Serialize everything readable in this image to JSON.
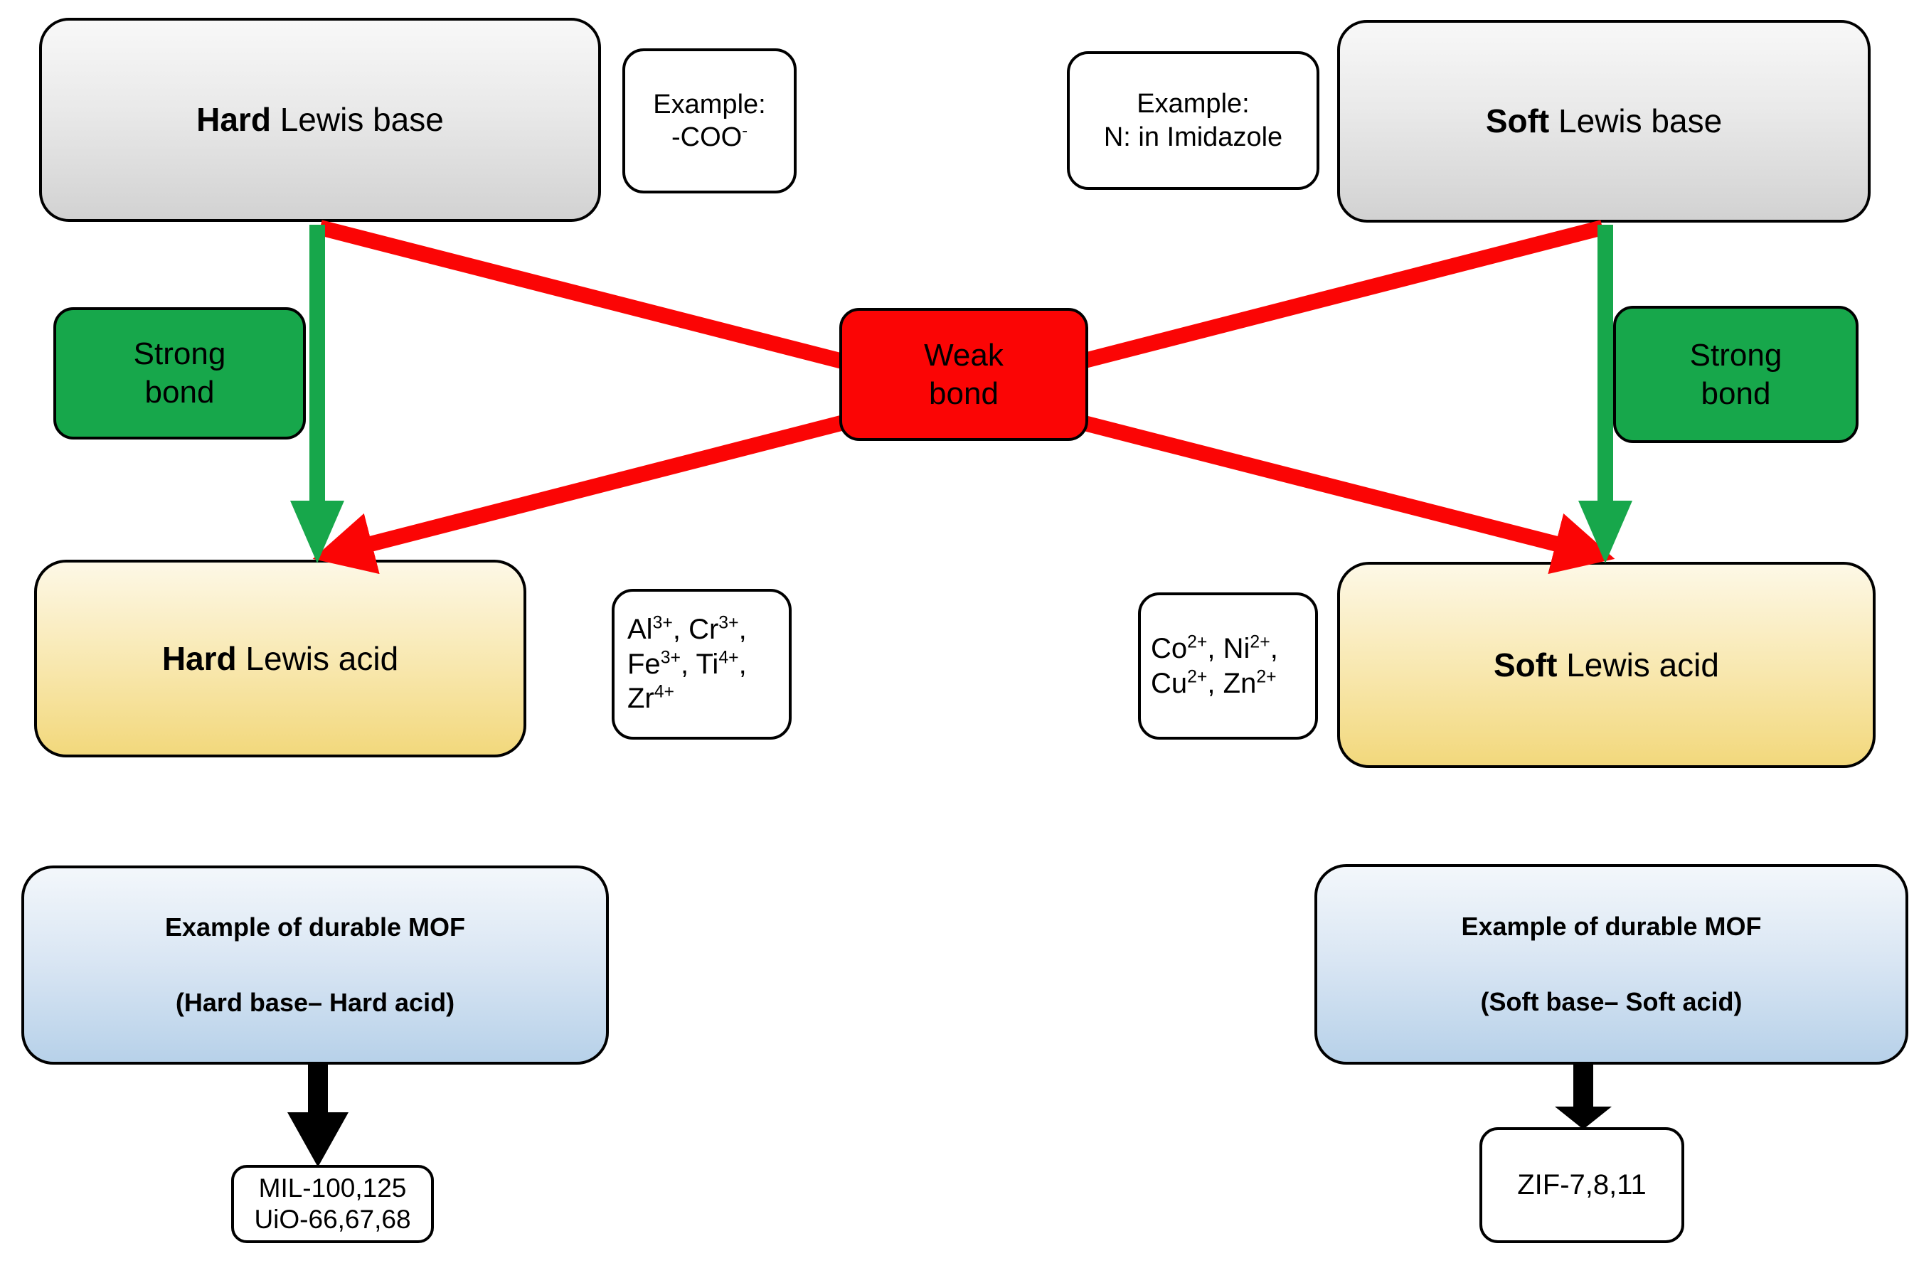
{
  "diagram": {
    "left": {
      "base_box": {
        "bold": "Hard",
        "rest": " Lewis base"
      },
      "example_box": {
        "line1": "Example:",
        "line2": "-COO^{-}"
      },
      "strong_bond": {
        "lines": [
          "Strong",
          "bond"
        ]
      },
      "acid_box": {
        "bold": "Hard",
        "rest": " Lewis acid"
      },
      "ions": {
        "lines": [
          "Al^{3+}, Cr^{3+},",
          "Fe^{3+}, Ti^{4+},",
          "Zr^{4+}"
        ]
      },
      "mof_box": {
        "line1": "Example of durable MOF",
        "line2": "(Hard base– Hard acid)"
      },
      "products": {
        "lines": [
          "MIL-100,125",
          "UiO-66,67,68"
        ]
      }
    },
    "center": {
      "weak_bond": {
        "lines": [
          "Weak",
          "bond"
        ]
      }
    },
    "right": {
      "base_box": {
        "bold": "Soft",
        "rest": " Lewis base"
      },
      "example_box": {
        "line1": "Example:",
        "line2": "N: in Imidazole"
      },
      "strong_bond": {
        "lines": [
          "Strong",
          "bond"
        ]
      },
      "acid_box": {
        "bold": "Soft",
        "rest": " Lewis acid"
      },
      "ions": {
        "lines": [
          "Co^{2+}, Ni^{2+},",
          "Cu^{2+}, Zn^{2+}"
        ]
      },
      "mof_box": {
        "line1": "Example of durable MOF",
        "line2": "(Soft base– Soft acid)"
      },
      "products": {
        "lines": [
          "ZIF-7,8,11"
        ]
      }
    },
    "colors": {
      "strong_bond_green": "#17a74b",
      "weak_bond_red": "#fb0505",
      "base_box_gray": "#d2d2d2",
      "acid_box_yellow": "#f2d87c",
      "mof_box_blue": "#b7d1e9",
      "arrow_black": "#000000"
    }
  }
}
